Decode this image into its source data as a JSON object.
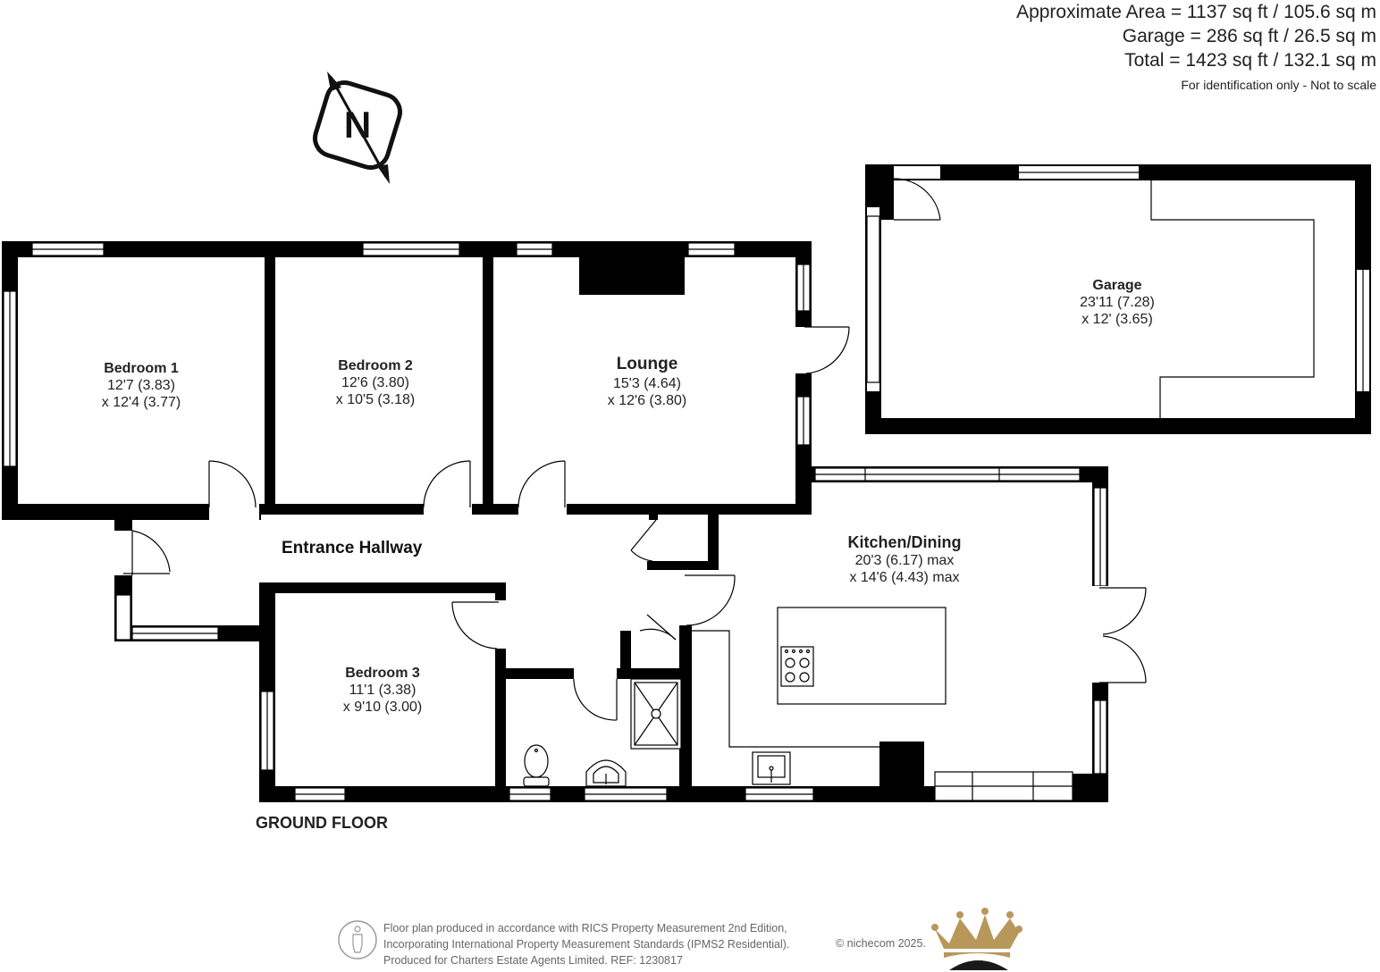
{
  "area_summary": {
    "approximate_area": "Approximate Area = 1137 sq ft / 105.6 sq m",
    "garage": "Garage = 286 sq ft / 26.5 sq m",
    "total": "Total = 1423 sq ft / 132.1 sq m",
    "disclaimer": "For identification only - Not to scale"
  },
  "compass": {
    "letter": "N",
    "icon": "north-arrow-icon"
  },
  "rooms": {
    "bedroom1": {
      "name": "Bedroom 1",
      "dim1": "12'7 (3.83)",
      "dim2": "x 12'4 (3.77)"
    },
    "bedroom2": {
      "name": "Bedroom 2",
      "dim1": "12'6 (3.80)",
      "dim2": "x 10'5 (3.18)"
    },
    "lounge": {
      "name": "Lounge",
      "dim1": "15'3 (4.64)",
      "dim2": "x 12'6 (3.80)"
    },
    "garage": {
      "name": "Garage",
      "dim1": "23'11 (7.28)",
      "dim2": "x 12' (3.65)"
    },
    "kitchen": {
      "name": "Kitchen/Dining",
      "dim1": "20'3 (6.17) max",
      "dim2": "x 14'6 (4.43) max"
    },
    "bedroom3": {
      "name": "Bedroom 3",
      "dim1": "11'1 (3.38)",
      "dim2": "x 9'10 (3.00)"
    },
    "hallway": {
      "name": "Entrance Hallway"
    }
  },
  "floor_label": "GROUND FLOOR",
  "footer": {
    "line1": "Floor plan produced in accordance with RICS Property Measurement 2nd Edition,",
    "line2": "Incorporating International Property Measurement Standards (IPMS2 Residential).",
    "line3": "Produced for Charters Estate Agents Limited.   REF: 1230817",
    "copyright": "© nichecom 2025.",
    "icons": [
      "person-icon",
      "crown-logo-icon"
    ]
  },
  "colors": {
    "wall": "#000000",
    "window": "#ffffff",
    "crown_gold": "#b8975a",
    "crown_dark": "#1a1a1a"
  }
}
